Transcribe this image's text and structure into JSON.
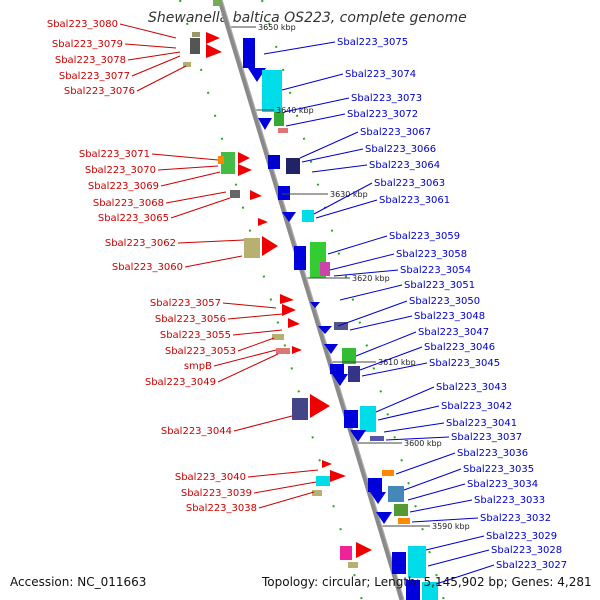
{
  "title": "Shewanella baltica OS223, complete genome",
  "footer": {
    "accession": "Accession: NC_011663",
    "topology": "Topology: circular; Length: 5,145,902 bp; Genes: 4,281"
  },
  "kbp_labels": [
    "3650 kbp",
    "3640 kbp",
    "3630 kbp",
    "3620 kbp",
    "3610 kbp",
    "3600 kbp",
    "3590 kbp"
  ],
  "left_labels": [
    "Sbal223_3080",
    "Sbal223_3079",
    "Sbal223_3078",
    "Sbal223_3077",
    "Sbal223_3076",
    "Sbal223_3071",
    "Sbal223_3070",
    "Sbal223_3069",
    "Sbal223_3068",
    "Sbal223_3065",
    "Sbal223_3062",
    "Sbal223_3060",
    "Sbal223_3057",
    "Sbal223_3056",
    "Sbal223_3055",
    "Sbal223_3053",
    "smpB",
    "Sbal223_3049",
    "Sbal223_3044",
    "Sbal223_3040",
    "Sbal223_3039",
    "Sbal223_3038"
  ],
  "right_labels": [
    "Sbal223_3075",
    "Sbal223_3074",
    "Sbal223_3073",
    "Sbal223_3072",
    "Sbal223_3067",
    "Sbal223_3066",
    "Sbal223_3064",
    "Sbal223_3063",
    "Sbal223_3061",
    "Sbal223_3059",
    "Sbal223_3058",
    "Sbal223_3054",
    "Sbal223_3051",
    "Sbal223_3050",
    "Sbal223_3048",
    "Sbal223_3047",
    "Sbal223_3046",
    "Sbal223_3045",
    "Sbal223_3043",
    "Sbal223_3042",
    "Sbal223_3041",
    "Sbal223_3037",
    "Sbal223_3036",
    "Sbal223_3035",
    "Sbal223_3034",
    "Sbal223_3033",
    "Sbal223_3032",
    "Sbal223_3029",
    "Sbal223_3028",
    "Sbal223_3027"
  ],
  "colors": {
    "backbone": "#888888",
    "forward_strand": "#0000ee",
    "reverse_strand": "#ee0000",
    "cyan": "#00e0e8",
    "green": "#33bb33",
    "navy": "#333388",
    "olive": "#b8b070",
    "orange": "#ff8800"
  }
}
